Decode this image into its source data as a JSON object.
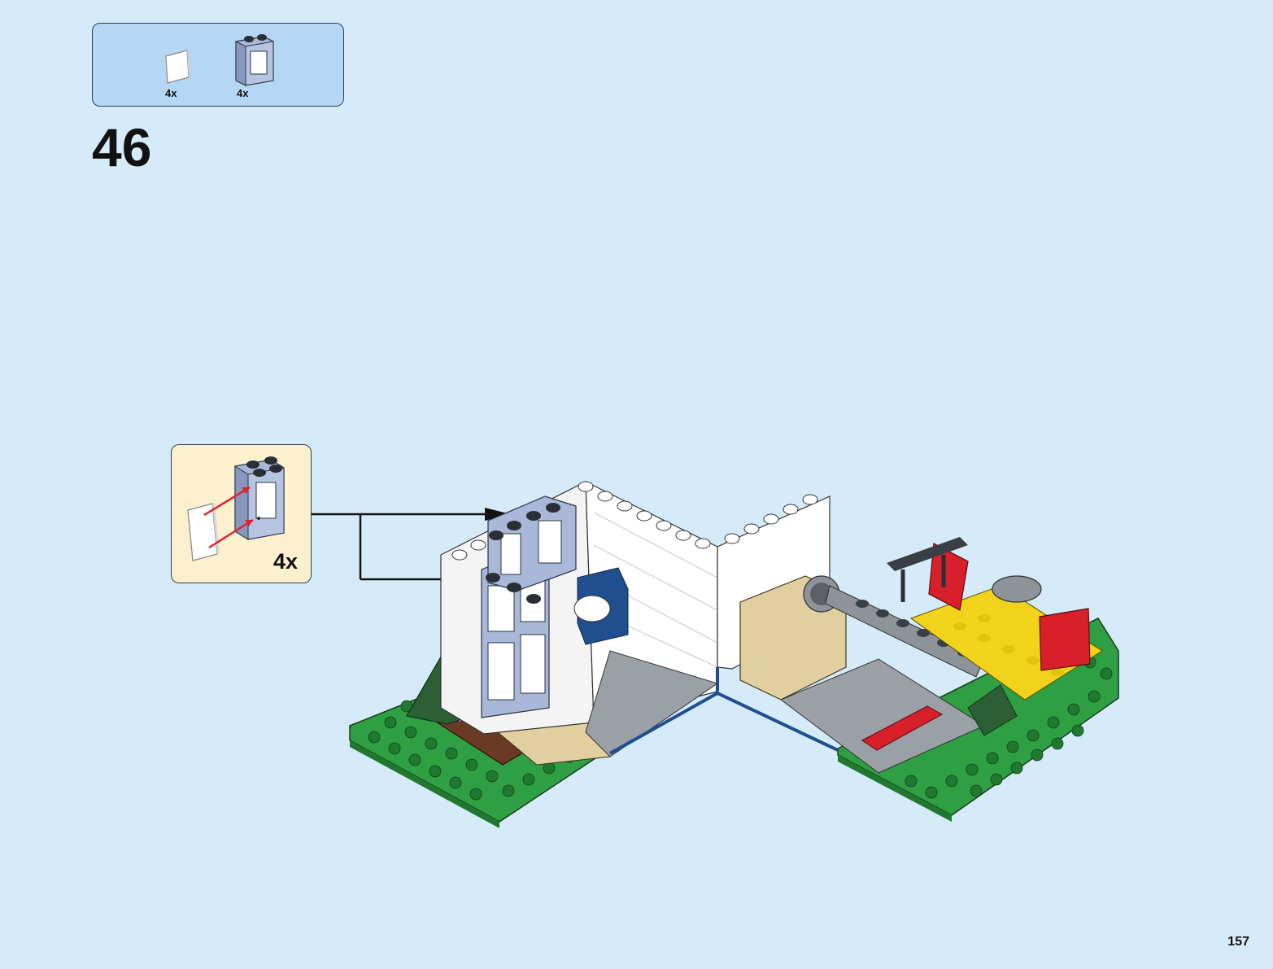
{
  "parts_list": {
    "items": [
      {
        "icon": "glass-pane-icon",
        "qty": "4x"
      },
      {
        "icon": "window-frame-icon",
        "qty": "4x"
      }
    ]
  },
  "step": {
    "number": "46"
  },
  "callout": {
    "qty": "4x"
  },
  "model": {
    "icon": "house-model-illustration"
  },
  "colors": {
    "page_background": "#d5ebfa",
    "parts_box": "#b5d7f4",
    "callout_box": "#fdf0cf",
    "window_frame": "#a9b8d8",
    "grass": "#2ea043",
    "arrow_red": "#e0232e"
  },
  "page": {
    "number": "157"
  }
}
